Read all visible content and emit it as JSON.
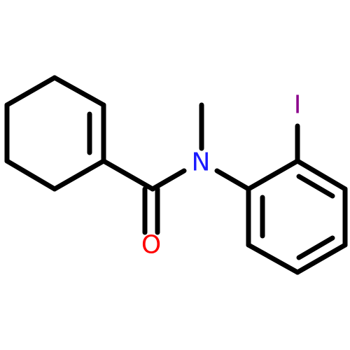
{
  "molecule": {
    "atoms": {
      "oxygen": {
        "symbol": "O",
        "color": "#ff0000"
      },
      "nitrogen": {
        "symbol": "N",
        "color": "#1a1aff"
      },
      "iodine": {
        "symbol": "I",
        "color": "#8b008b"
      }
    },
    "bond_color": "#000000",
    "background": "#ffffff"
  }
}
